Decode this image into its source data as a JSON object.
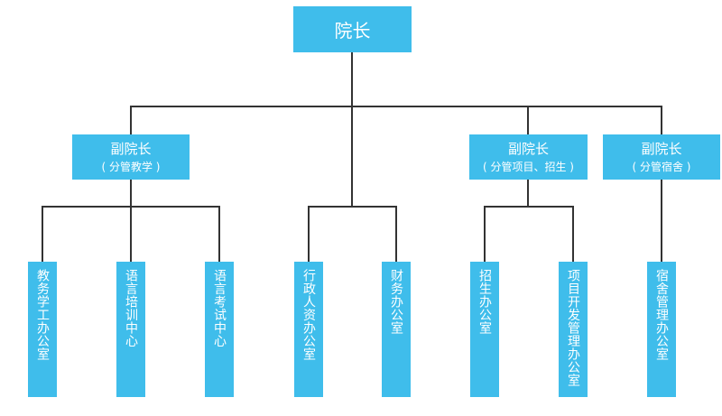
{
  "top": {
    "label": "院长"
  },
  "vice_presidents": [
    {
      "title": "副院长",
      "scope": "( 分管教学 )"
    },
    {
      "title": "副院长",
      "scope": "( 分管项目、招生 )"
    },
    {
      "title": "副院长",
      "scope": "( 分管宿舍 )"
    }
  ],
  "departments": [
    {
      "label": "教务学工办公室"
    },
    {
      "label": "语言培训中心"
    },
    {
      "label": "语言考试中心"
    },
    {
      "label": "行政人资办公室"
    },
    {
      "label": "财务办公室"
    },
    {
      "label": "招生办公室"
    },
    {
      "label": "项目开发管理办公室"
    },
    {
      "label": "宿舍管理办公室"
    }
  ],
  "colors": {
    "box": "#3fbdeb",
    "line": "#333333",
    "text": "#ffffff"
  }
}
